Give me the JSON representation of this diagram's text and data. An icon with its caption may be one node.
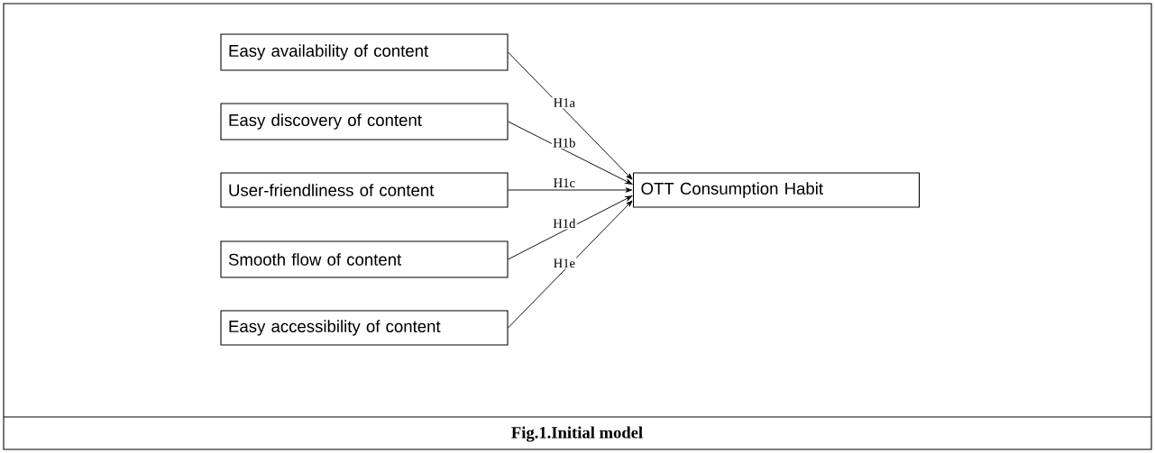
{
  "diagram": {
    "caption": "Fig.1.Initial model",
    "nodes": [
      {
        "text": [
          "Easy availability of content"
        ]
      },
      {
        "text": [
          "Easy discovery of content"
        ]
      },
      {
        "text": [
          "User-friendliness of content"
        ]
      },
      {
        "text": [
          "Smooth flow of content"
        ]
      },
      {
        "text": [
          "Easy accessibility of content"
        ]
      },
      {
        "text": [
          "OTT Consumption Habit"
        ]
      }
    ],
    "edges": [
      {
        "from": 0,
        "to": 5,
        "arrow": "to",
        "label": "H1a"
      },
      {
        "from": 1,
        "to": 5,
        "arrow": "to",
        "label": "H1b"
      },
      {
        "from": 2,
        "to": 5,
        "arrow": "to",
        "label": "H1c"
      },
      {
        "from": 3,
        "to": 5,
        "arrow": "to",
        "label": "H1d"
      },
      {
        "from": 4,
        "to": 5,
        "arrow": "to",
        "label": "H1e"
      }
    ]
  }
}
